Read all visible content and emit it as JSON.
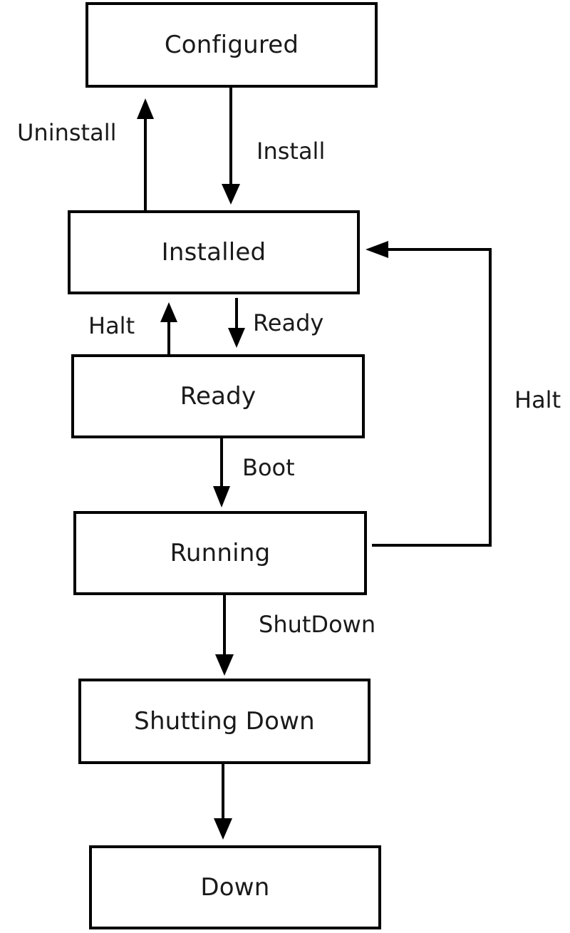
{
  "states": {
    "configured": "Configured",
    "installed": "Installed",
    "ready": "Ready",
    "running": "Running",
    "shutting_down": "Shutting Down",
    "down": "Down"
  },
  "transitions": {
    "uninstall": "Uninstall",
    "install": "Install",
    "halt_left": "Halt",
    "ready": "Ready",
    "halt_right": "Halt",
    "boot": "Boot",
    "shutdown": "ShutDown"
  },
  "colors": {
    "stroke": "#000000",
    "background": "#ffffff"
  }
}
